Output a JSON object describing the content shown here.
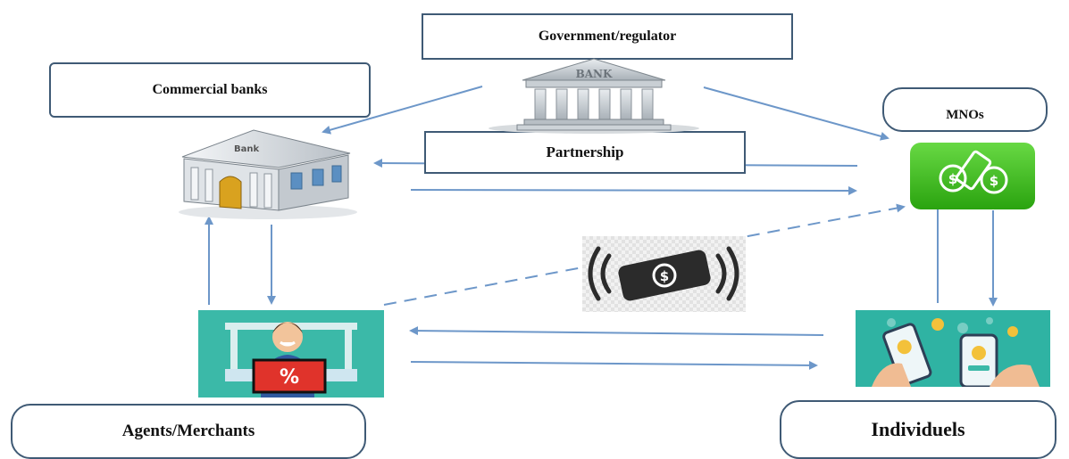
{
  "labels": {
    "government": "Government/regulator",
    "commercial_banks": "Commercial  banks",
    "mnos": "MNOs",
    "partnership": "Partnership",
    "agents": "Agents/Merchants",
    "individuals": "Individuels"
  },
  "artwork": {
    "central_bank_sign": "BANK",
    "commercial_bank_sign": "Bank",
    "money_symbol": "$",
    "discount_symbol": "%"
  },
  "colors": {
    "arrow": "#6d97c9",
    "box_border": "#3f5a75",
    "mno_green": "#3fc41e",
    "teal_bg": "#2fb3a3"
  }
}
